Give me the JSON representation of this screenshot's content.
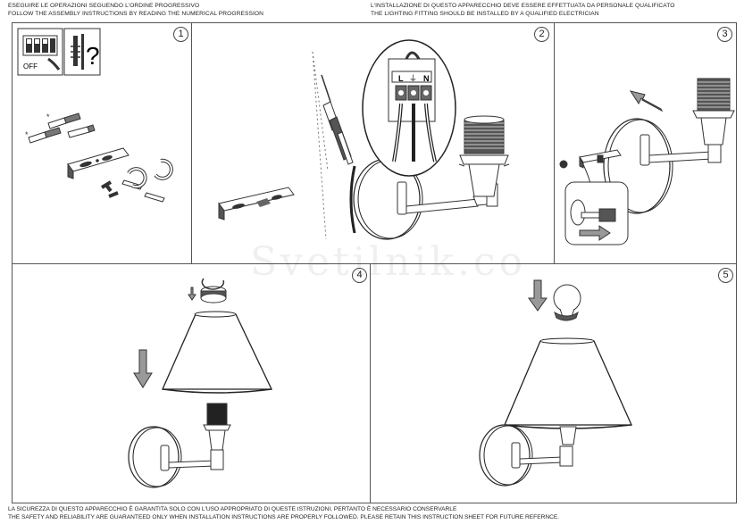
{
  "header": {
    "left_line1": "ESEGUIRE LE OPERAZIONI SEGUENDO L'ORDINE PROGRESSIVO",
    "left_line2": "FOLLOW THE ASSEMBLY INSTRUCTIONS BY READING THE NUMERICAL PROGRESSION",
    "right_line1": "L'INSTALLAZIONE DI QUESTO APPARECCHIO DEVE ESSERE EFFETTUATA DA PERSONALE QUALIFICATO",
    "right_line2": "THE LIGHTING FITTING SHOULD BE INSTALLED BY A QUALIFIED ELECTRICIAN"
  },
  "steps": [
    {
      "number": "1",
      "off_label": "OFF",
      "question_mark": "?"
    },
    {
      "number": "2",
      "terminal_labels": [
        "L",
        "⏚",
        "N"
      ]
    },
    {
      "number": "3"
    },
    {
      "number": "4"
    },
    {
      "number": "5"
    }
  ],
  "watermark": "Svetilnik.co",
  "footer": {
    "line1": "LA SICUREZZA DI QUESTO APPARECCHIO È GARANTITA SOLO CON L'USO APPROPRIATO DI QUESTE ISTRUZIONI, PERTANTO È NECESSARIO CONSERVARLE",
    "line2": "THE SAFETY AND RELIABILITY ARE GUARANTEED ONLY WHEN INSTALLATION INSTRUCTIONS ARE PROPERLY FOLLOWED. PLEASE RETAIN THIS INSTRUCTION SHEET FOR FUTURE REFERNCE."
  }
}
